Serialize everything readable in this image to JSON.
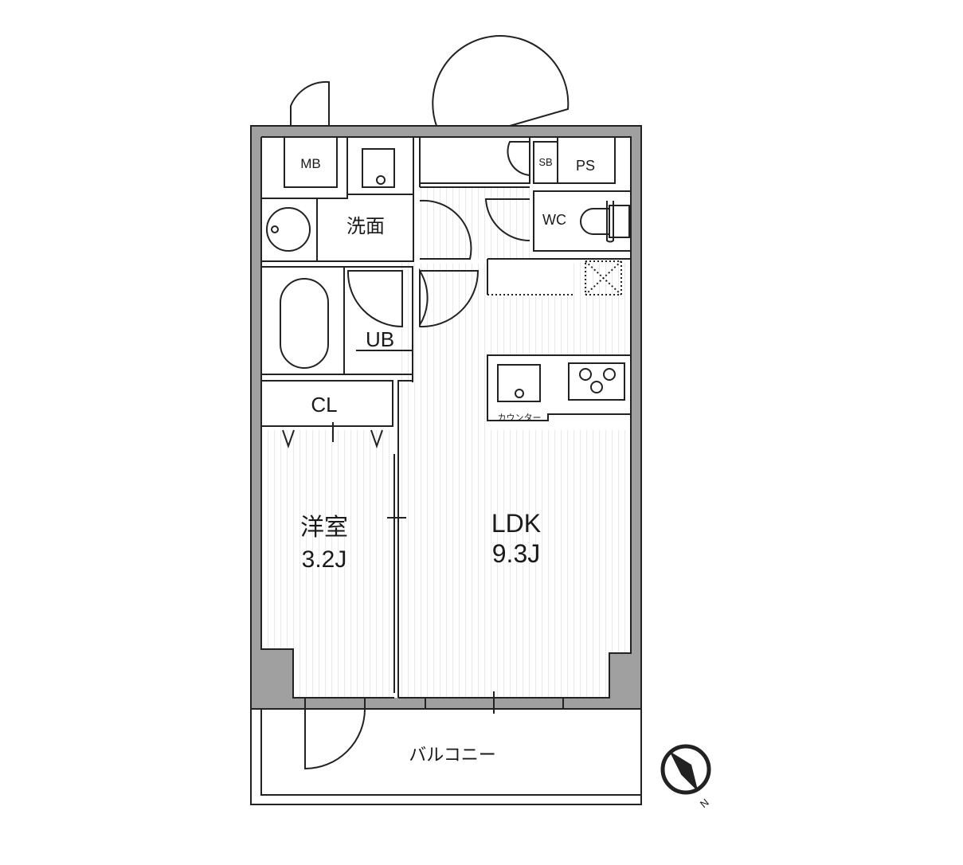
{
  "rooms": {
    "mb": "MB",
    "washroom": "洗面",
    "sb": "SB",
    "ps": "PS",
    "wc": "WC",
    "ub": "UB",
    "cl": "CL",
    "western_room": "洋室",
    "western_room_size": "3.2J",
    "ldk": "LDK",
    "ldk_size": "9.3J",
    "counter": "カウンター",
    "balcony": "バルコニー"
  },
  "compass": {
    "label": "N"
  },
  "colors": {
    "wall": "#a0a0a0",
    "line": "#222222",
    "floor_stripe": "#d9d9d9"
  }
}
